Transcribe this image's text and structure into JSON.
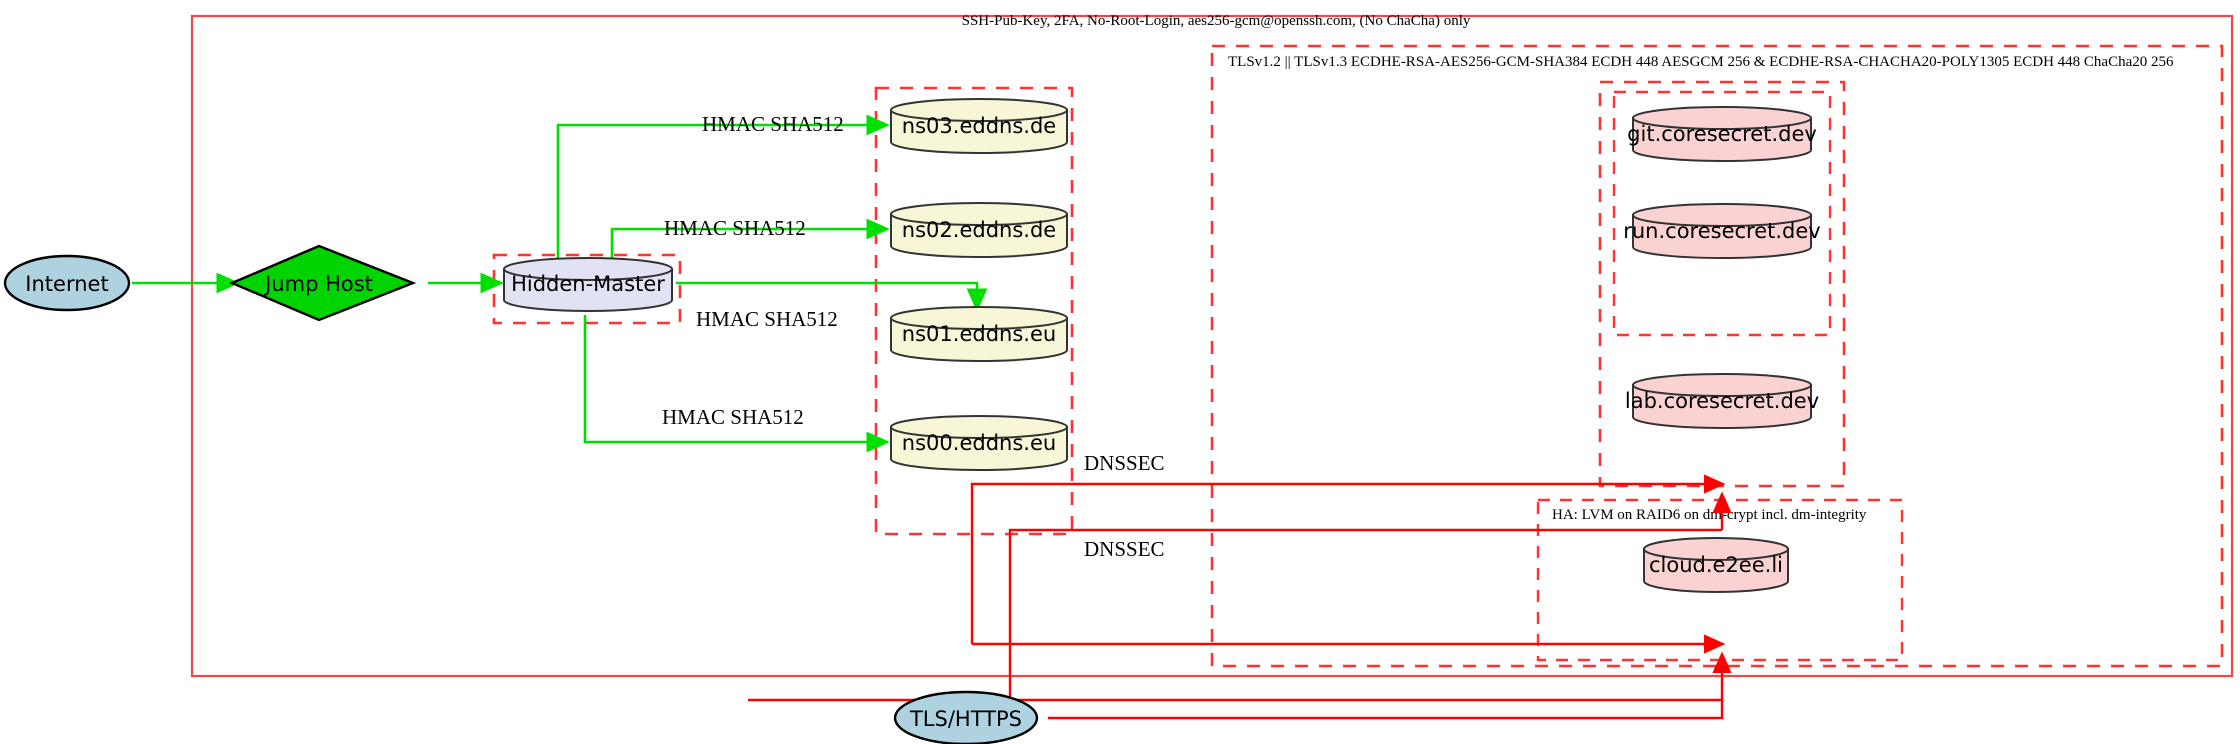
{
  "diagram": {
    "title_top": "SSH-Pub-Key, 2FA, No-Root-Login, aes256-gcm@openssh.com, (No ChaCha) only",
    "tls_box_label": "TLSv1.2 || TLSv1.3 ECDHE-RSA-AES256-GCM-SHA384 ECDH 448 AESGCM 256 & ECDHE-RSA-CHACHA20-POLY1305 ECDH 448 ChaCha20 256",
    "ha_box_label": "HA: LVM on RAID6 on dm-crypt incl. dm-integrity",
    "nodes": {
      "internet": "Internet",
      "jump_host": "Jump Host",
      "hidden_master": "Hidden-Master",
      "tls_https": "TLS/HTTPS",
      "ns03": "ns03.eddns.de",
      "ns02": "ns02.eddns.de",
      "ns01": "ns01.eddns.eu",
      "ns00": "ns00.eddns.eu",
      "git": "git.coresecret.dev",
      "run": "run.coresecret.dev",
      "lab": "lab.coresecret.dev",
      "cloud": "cloud.e2ee.li"
    },
    "edge_labels": {
      "hmac_ns03": "HMAC SHA512",
      "hmac_ns02": "HMAC SHA512",
      "hmac_ns01": "HMAC SHA512",
      "hmac_ns00": "HMAC SHA512",
      "dnssec_upper": "DNSSEC",
      "dnssec_lower": "DNSSEC"
    },
    "colors": {
      "red_border": "#ff3333",
      "red_solid": "#f04848",
      "green_edge": "#00e000",
      "red_edge": "#ff0000",
      "db_fill": "#f7f7d8",
      "master_fill": "#e2e2f5",
      "pink_fill": "#fbd2d2",
      "blue_fill": "#aed2e0",
      "diamond_fill": "#00d400"
    }
  }
}
